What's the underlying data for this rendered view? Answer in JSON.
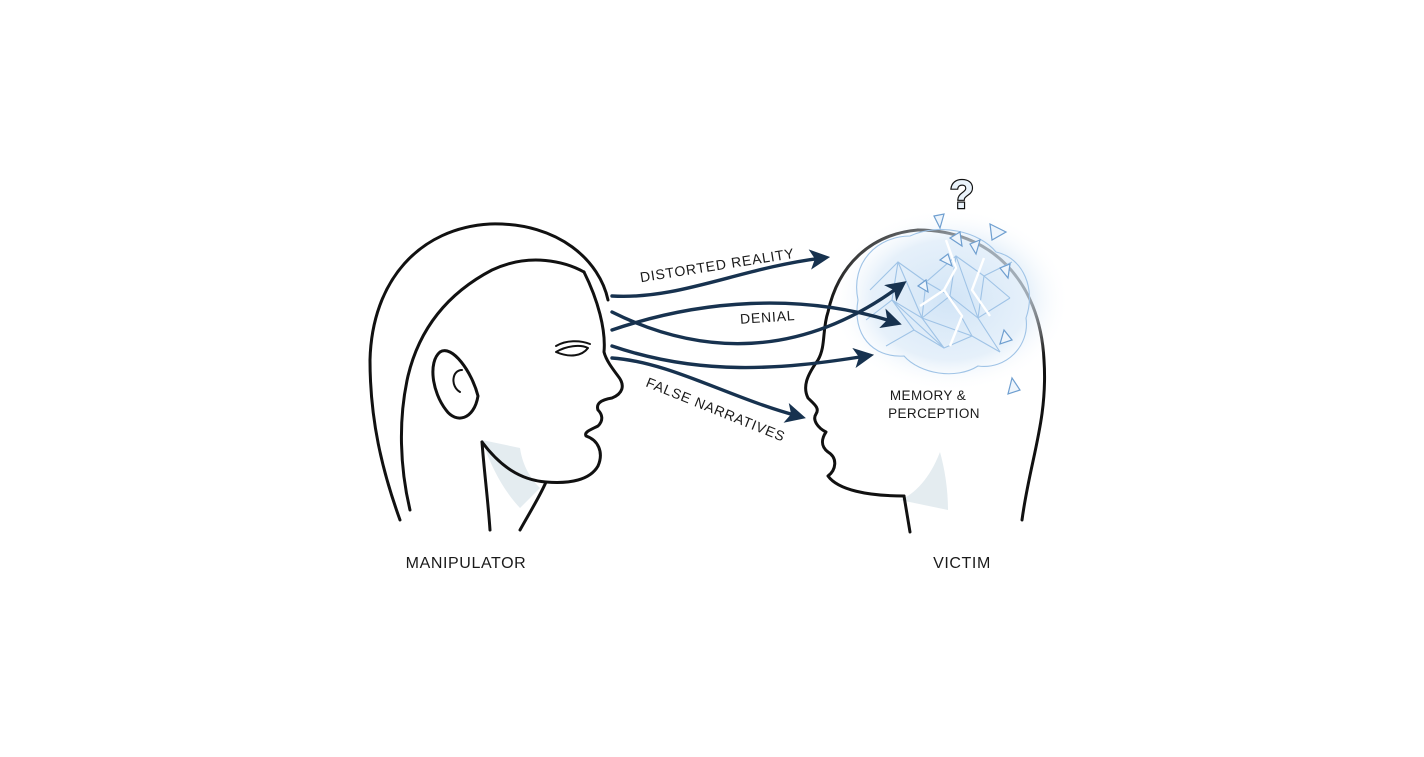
{
  "labels": {
    "manipulator": "MANIPULATOR",
    "victim": "VICTIM",
    "memory_line1": "MEMORY &",
    "memory_line2": "PERCEPTION",
    "question_mark": "?"
  },
  "flows": {
    "top": "DISTORTED REALITY",
    "middle": "DENIAL",
    "bottom": "FALSE NARRATIVES"
  },
  "colors": {
    "arrow": "#17324f",
    "outline": "#111111",
    "brain_glow": "#cfe3f6",
    "brain_mesh": "#9fc3e6",
    "neck_shade": "#e4ecf0",
    "text": "#1a1a1a"
  },
  "icons": {
    "manipulator_head": "woman-profile-icon",
    "victim_head": "person-profile-icon",
    "brain": "fragmented-brain-icon",
    "question": "question-mark-icon"
  }
}
